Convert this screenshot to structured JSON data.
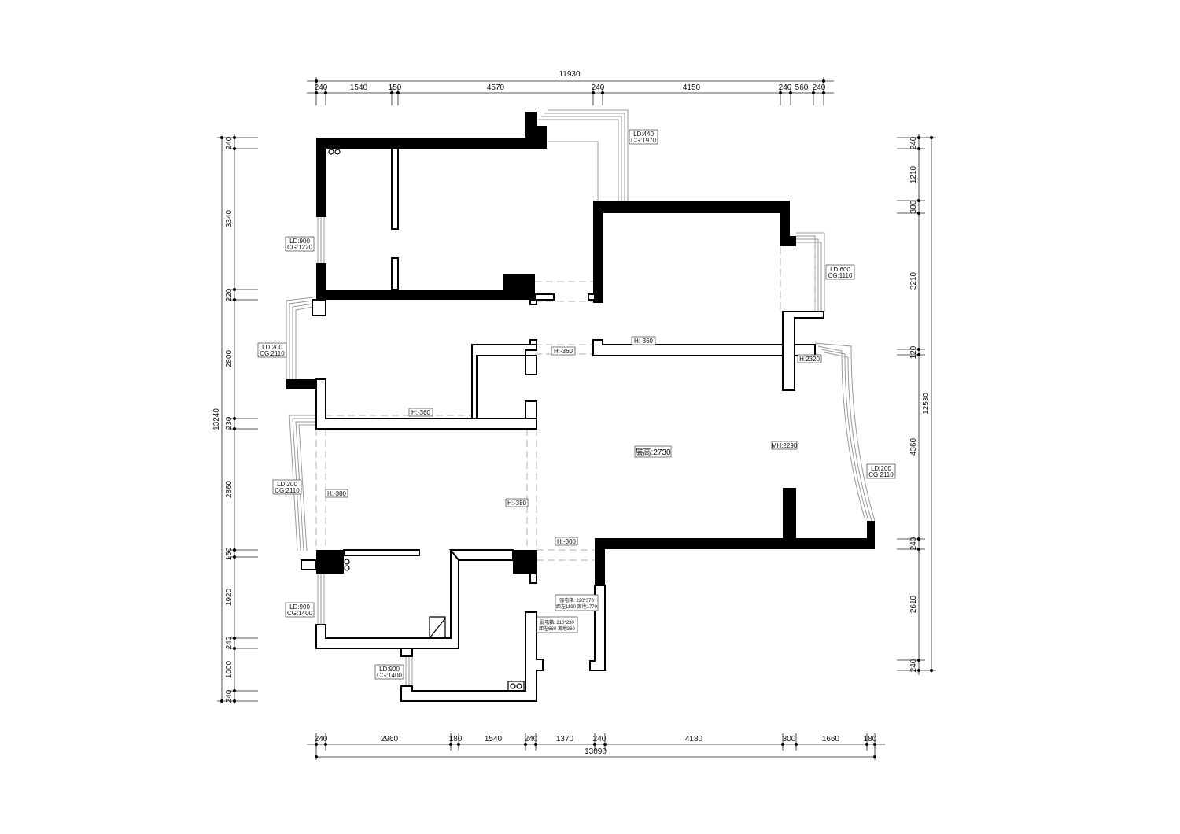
{
  "dims": {
    "top_total": "11930",
    "top_segments": [
      "240",
      "1540",
      "150",
      "4570",
      "240",
      "4150",
      "240",
      "560",
      "240"
    ],
    "bottom_total": "13090",
    "bottom_segments": [
      "240",
      "2960",
      "180",
      "1540",
      "240",
      "1370",
      "240",
      "4180",
      "300",
      "1660",
      "180"
    ],
    "left_total": "13240",
    "left_segments": [
      "240",
      "3340",
      "220",
      "2800",
      "230",
      "2860",
      "150",
      "1920",
      "240",
      "1000",
      "240"
    ],
    "right_total": "12530",
    "right_segments": [
      "240",
      "1210",
      "300",
      "3210",
      "120",
      "4360",
      "240",
      "2610",
      "240"
    ]
  },
  "tags": {
    "w1_ld": "LD:440",
    "w1_cg": "CG:1970",
    "w2_ld": "LD:900",
    "w2_cg": "CG:1220",
    "w3_ld": "LD:600",
    "w3_cg": "CG:1110",
    "w4_ld": "LD:200",
    "w4_cg": "CG:2110",
    "w5_ld": "LD:200",
    "w5_cg": "CG:2110",
    "w6_ld": "LD:200",
    "w6_cg": "CG:2110",
    "w7_ld": "LD:900",
    "w7_cg": "CG:1400",
    "w8_ld": "LD:900",
    "w8_cg": "CG:1400",
    "h1": "H:-360",
    "h2": "H:-360",
    "h3": "H:-360",
    "h4": "H:2320",
    "h5": "H:-380",
    "h6": "H:-380",
    "h7": "H:-300",
    "ceiling": "层高:2730",
    "mh": "MH:2290",
    "box1_a": "强电箱: 220*370",
    "box1_b": "距左1190 离地1770",
    "box2_a": "弱电箱: 210*230",
    "box2_b": "距左680 离地360"
  }
}
